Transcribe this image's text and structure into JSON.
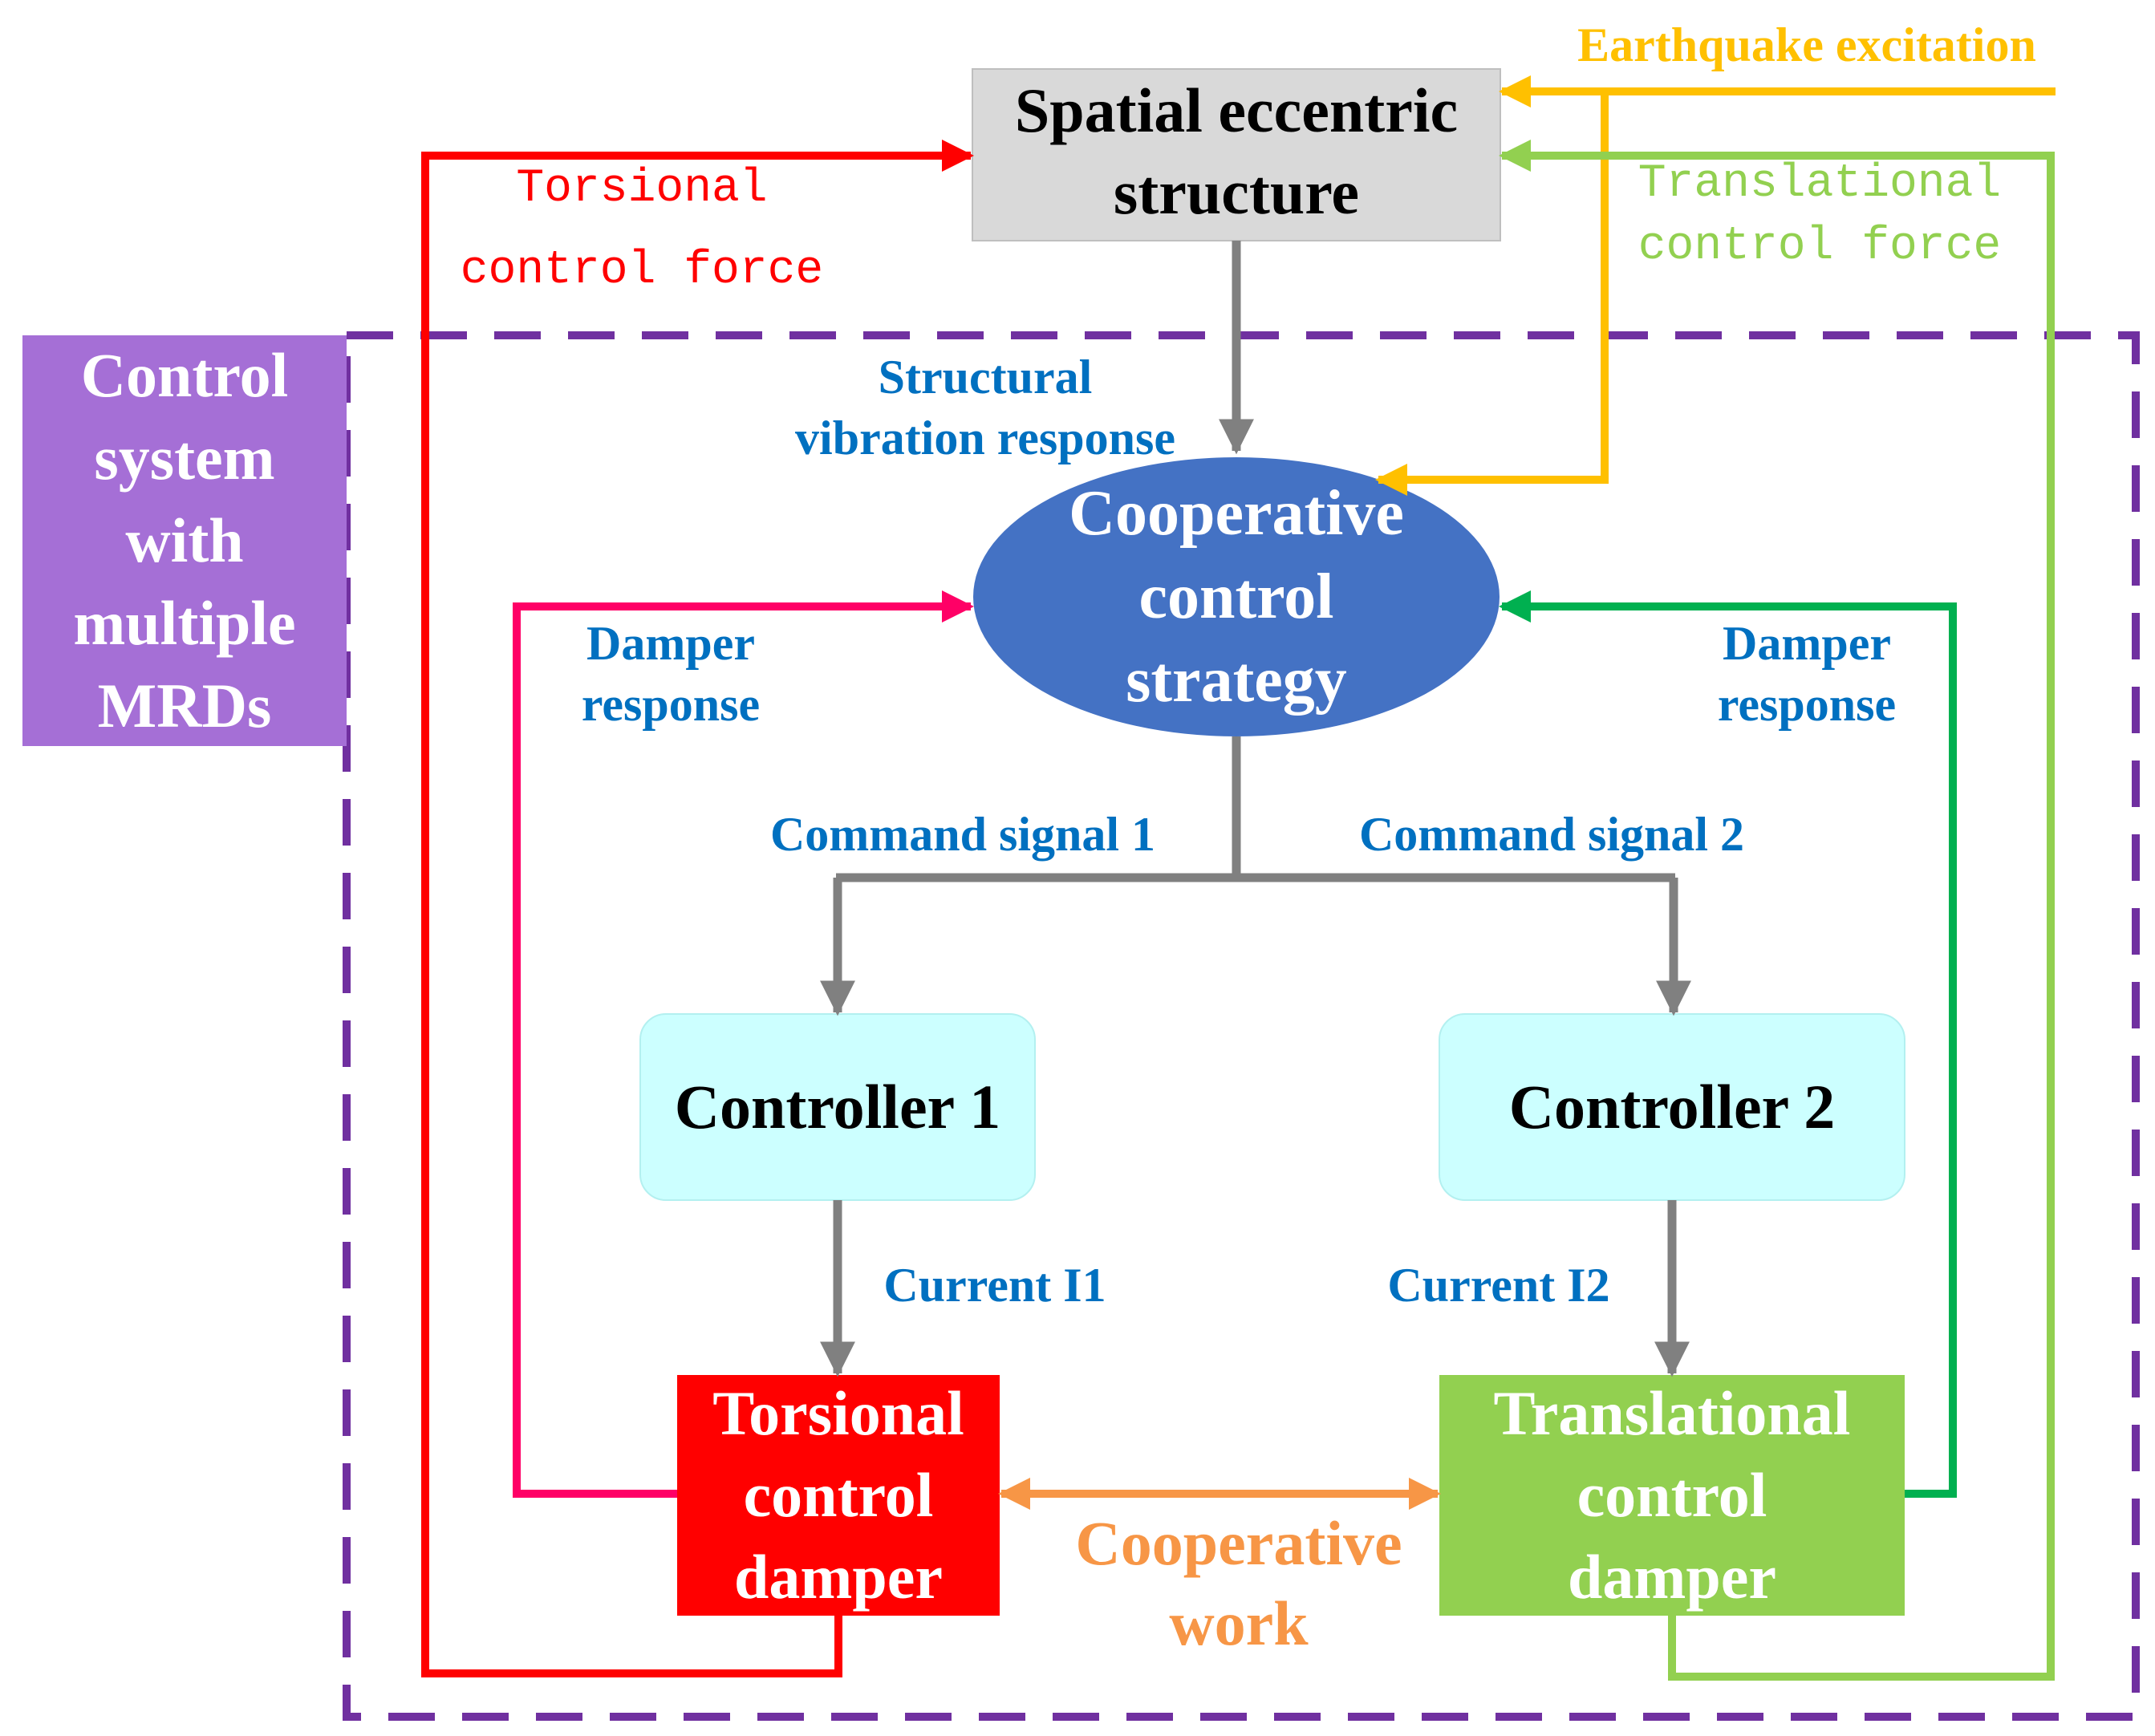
{
  "nodes": {
    "structure": {
      "lines": [
        "Spatial eccentric",
        "structure"
      ]
    },
    "strategy": {
      "lines": [
        "Cooperative",
        "control",
        "strategy"
      ]
    },
    "controller1": {
      "lines": [
        "Controller 1"
      ]
    },
    "controller2": {
      "lines": [
        "Controller 2"
      ]
    },
    "torsional_damper": {
      "lines": [
        "Torsional",
        "control",
        "damper"
      ]
    },
    "translational_damper": {
      "lines": [
        "Translational",
        "control",
        "damper"
      ]
    },
    "system_box": {
      "lines": [
        "Control",
        "system",
        "with",
        "multiple",
        "MRDs"
      ]
    }
  },
  "labels": {
    "earthquake": [
      "Earthquake excitation"
    ],
    "torsional_force": [
      "Torsional",
      "control force"
    ],
    "translational_force": [
      "Translational",
      "control force"
    ],
    "vibration_response": [
      "Structural",
      "vibration response"
    ],
    "damper_response_left": [
      "Damper",
      "response"
    ],
    "damper_response_right": [
      "Damper",
      "response"
    ],
    "command1": [
      "Command signal 1"
    ],
    "command2": [
      "Command signal 2"
    ],
    "current1": [
      "Current I1"
    ],
    "current2": [
      "Current I2"
    ],
    "cooperative_work": [
      "Cooperative",
      "work"
    ]
  },
  "colors": {
    "structure_fill": "#d9d9d9",
    "strategy_fill": "#4472c4",
    "controller_fill": "#ccffff",
    "torsional_damper_fill": "#ff0000",
    "translational_damper_fill": "#92d050",
    "system_fill": "#a56fd6",
    "dashed_border": "#7030a0",
    "gray_arrow": "#808080",
    "earthquake": "#ffc000",
    "torsional_force": "#ff0000",
    "translational_force": "#92d050",
    "damper_response_left": "#ff0066",
    "damper_response_right": "#00b050",
    "cooperative_work": "#f79646",
    "blue_label": "#0070c0"
  }
}
